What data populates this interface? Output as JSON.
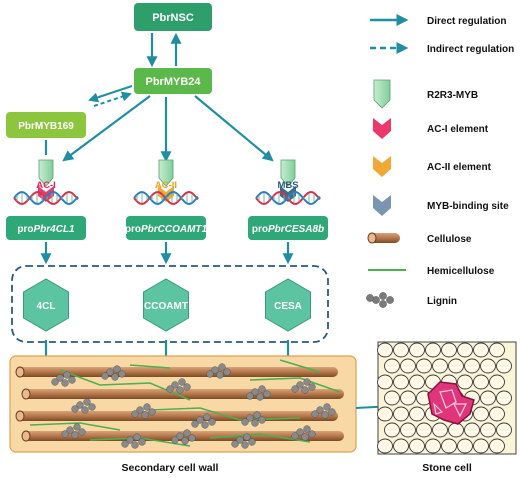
{
  "nodes": {
    "pbrnsc": "PbrNSC",
    "pbrmyb24": "PbrMYB24",
    "pbrmyb169": "PbrMYB169"
  },
  "promoters": [
    {
      "prefix": "pro",
      "gene": "Pbr4CL1",
      "element": "AC-I",
      "element_color": "#e8245a"
    },
    {
      "prefix": "pro",
      "gene": "PbrCCOAMT1",
      "element": "AC-II",
      "element_color": "#f0a020"
    },
    {
      "prefix": "pro",
      "gene": "PbrCESA8b",
      "element": "MBS",
      "element_color": "#2a5a80"
    }
  ],
  "enzymes": [
    "4CL",
    "CCOAMT",
    "CESA"
  ],
  "legend": [
    {
      "icon": "solid-arrow-icon",
      "label": "Direct regulation"
    },
    {
      "icon": "dashed-arrow-icon",
      "label": "Indirect regulation"
    },
    {
      "icon": "r2r3-myb-icon",
      "label": "R2R3-MYB"
    },
    {
      "icon": "ac-i-element-icon",
      "label": "AC-I element"
    },
    {
      "icon": "ac-ii-element-icon",
      "label": "AC-II element"
    },
    {
      "icon": "myb-binding-site-icon",
      "label": "MYB-binding site"
    },
    {
      "icon": "cellulose-icon",
      "label": "Cellulose"
    },
    {
      "icon": "hemicellulose-icon",
      "label": "Hemicellulose"
    },
    {
      "icon": "lignin-icon",
      "label": "Lignin"
    }
  ],
  "bottom_labels": {
    "cell_wall": "Secondary cell wall",
    "stone_cell": "Stone cell"
  },
  "colors": {
    "arrow": "#1f8ea3",
    "node_dark": "#2e9e6a",
    "node_mid": "#5bb84a",
    "node_light": "#8cc63f",
    "enzyme": "#5cc4a0",
    "cell_wall_bg": "#f8d9a6",
    "fiber": "#b5784a",
    "hemicellulose": "#4caf50",
    "lignin": "#8a8a8a",
    "stone_cell_red": "#e0357a"
  }
}
